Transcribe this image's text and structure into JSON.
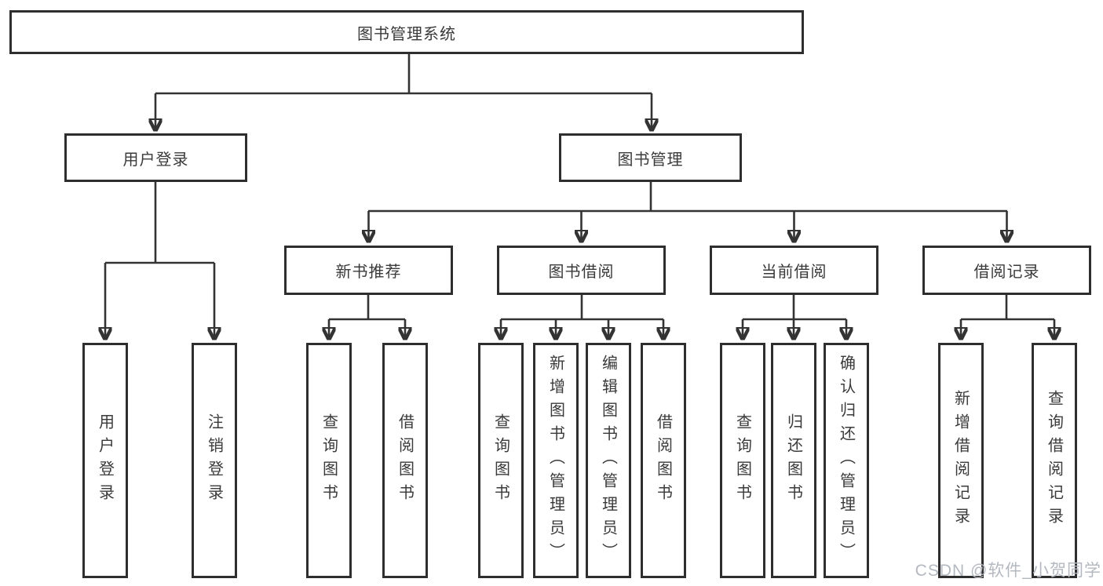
{
  "tree": {
    "label": "图书管理系统",
    "children": [
      {
        "label": "用户登录",
        "children": [
          {
            "label": "用户登录"
          },
          {
            "label": "注销登录"
          }
        ]
      },
      {
        "label": "图书管理",
        "children": [
          {
            "label": "新书推荐",
            "children": [
              {
                "label": "查询图书"
              },
              {
                "label": "借阅图书"
              }
            ]
          },
          {
            "label": "图书借阅",
            "children": [
              {
                "label": "查询图书"
              },
              {
                "label": "新增图书（管理员）"
              },
              {
                "label": "编辑图书（管理员）"
              },
              {
                "label": "借阅图书"
              }
            ]
          },
          {
            "label": "当前借阅",
            "children": [
              {
                "label": "查询图书"
              },
              {
                "label": "归还图书"
              },
              {
                "label": "确认归还（管理员）"
              }
            ]
          },
          {
            "label": "借阅记录",
            "children": [
              {
                "label": "新增借阅记录"
              },
              {
                "label": "查询借阅记录"
              }
            ]
          }
        ]
      }
    ]
  },
  "watermark": {
    "text": "CSDN @软件_小贺同学"
  },
  "colors": {
    "line": "#333333",
    "box_border": "#2e2e2e",
    "text": "#3a3a3a",
    "watermark": "#b4b8c0",
    "background": "#ffffff"
  }
}
